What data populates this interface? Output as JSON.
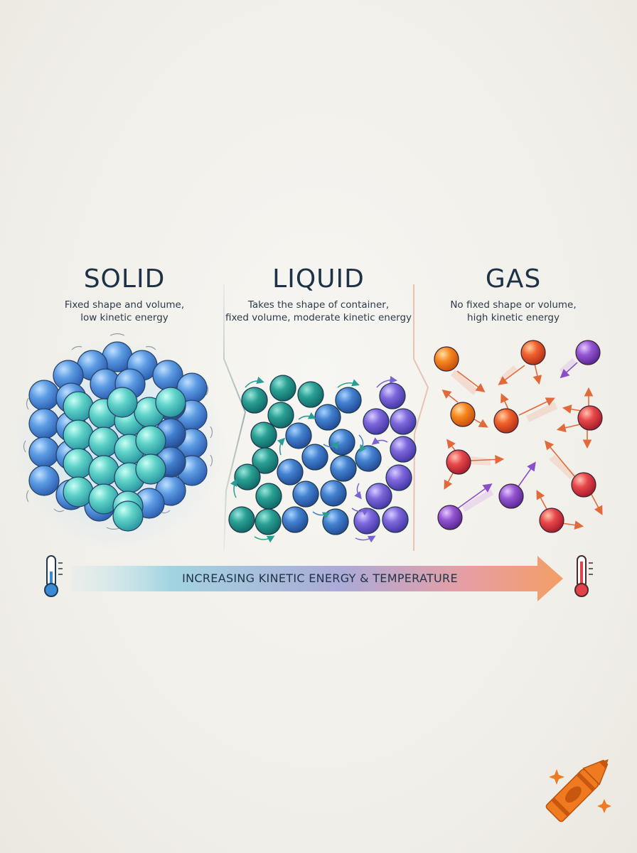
{
  "states": {
    "solid": {
      "title": "SOLID",
      "desc_line1": "Fixed shape and volume,",
      "desc_line2": "low kinetic energy"
    },
    "liquid": {
      "title": "LIQUID",
      "desc_line1": "Takes the shape of container,",
      "desc_line2": "fixed volume, moderate kinetic energy"
    },
    "gas": {
      "title": "GAS",
      "desc_line1": "No fixed shape or volume,",
      "desc_line2": "high kinetic energy"
    }
  },
  "energy_arrow": {
    "label": "INCREASING KINETIC ENERGY & TEMPERATURE"
  },
  "icons": {
    "cold": "thermometer-low-icon",
    "hot": "thermometer-high-icon",
    "logo": "crayon-logo-icon"
  },
  "colors": {
    "solid_blue": "#4f8fdc",
    "solid_teal": "#4fcfc8",
    "liquid_teal": "#2a9d94",
    "liquid_blue": "#3f7fcb",
    "liquid_purple": "#7a63d6",
    "gas_orange": "#f47c22",
    "gas_red": "#e2434a",
    "gas_purple": "#8b4fc7",
    "arrow_start": "#8fcfe0",
    "arrow_end": "#f2955a"
  }
}
